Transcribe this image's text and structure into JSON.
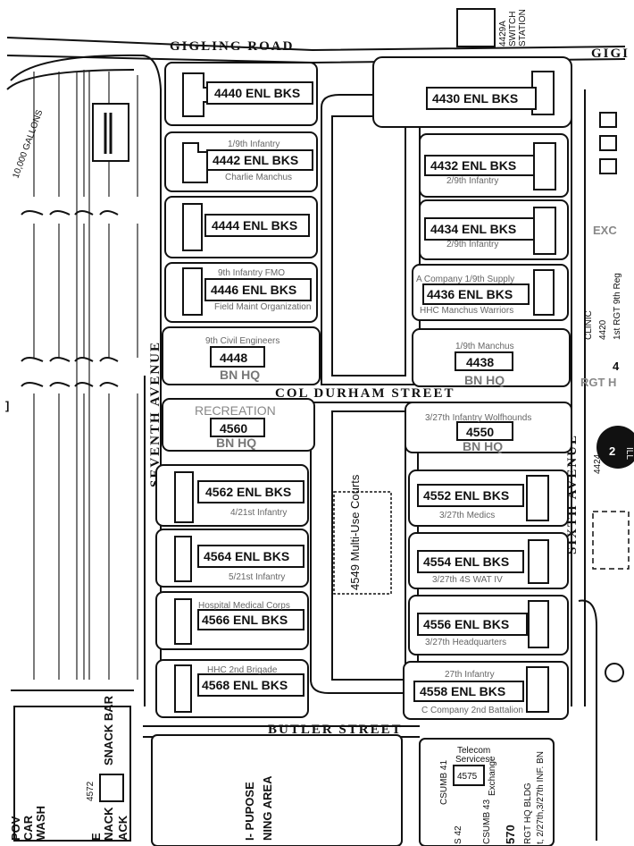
{
  "streets": {
    "gigling": "GIGLING ROAD",
    "gigling_cut": "GIGI",
    "col_durham": "COL DURHAM STREET",
    "butler": "BUTLER STREET",
    "seventh": "SEVENTH AVENUE",
    "sixth": "SIXTH AVENUE"
  },
  "buildings_left": [
    {
      "number": "4440 ENL BKS",
      "unit_top": "",
      "unit_bottom": ""
    },
    {
      "number": "4442 ENL BKS",
      "unit_top": "1/9th Infantry",
      "unit_bottom": "Charlie Manchus"
    },
    {
      "number": "4444 ENL BKS",
      "unit_top": "",
      "unit_bottom": ""
    },
    {
      "number": "4446 ENL BKS",
      "unit_top": "9th Infantry FMO",
      "unit_bottom": "Field Maint Organization"
    },
    {
      "number": "4448",
      "unit_top": "9th Civil Engineers",
      "unit_bottom": "BN HQ"
    },
    {
      "number": "4560",
      "unit_top": "RECREATION",
      "unit_bottom": "BN HQ"
    },
    {
      "number": "4562 ENL BKS",
      "unit_top": "",
      "unit_bottom": "4/21st Infantry"
    },
    {
      "number": "4564 ENL BKS",
      "unit_top": "",
      "unit_bottom": "5/21st Infantry"
    },
    {
      "number": "4566 ENL BKS",
      "unit_top": "Hospital Medical Corps",
      "unit_bottom": ""
    },
    {
      "number": "4568 ENL BKS",
      "unit_top": "HHC 2nd Brigade",
      "unit_bottom": ""
    }
  ],
  "buildings_right": [
    {
      "number": "4430 ENL BKS",
      "unit_top": "",
      "unit_bottom": ""
    },
    {
      "number": "4432 ENL BKS",
      "unit_top": "",
      "unit_bottom": "2/9th Infantry"
    },
    {
      "number": "4434 ENL BKS",
      "unit_top": "",
      "unit_bottom": "2/9th Infantry"
    },
    {
      "number": "4436 ENL BKS",
      "unit_top": "A Company 1/9th Supply",
      "unit_bottom": "HHC Manchus Warriors"
    },
    {
      "number": "4438",
      "unit_top": "1/9th Manchus",
      "unit_bottom": "BN HQ"
    },
    {
      "number": "4550",
      "unit_top": "3/27th Infantry Wolfhounds",
      "unit_bottom": "BN HQ"
    },
    {
      "number": "4552 ENL BKS",
      "unit_top": "",
      "unit_bottom": "3/27th Medics"
    },
    {
      "number": "4554 ENL BKS",
      "unit_top": "",
      "unit_bottom": "3/27th 4S WAT IV"
    },
    {
      "number": "4556 ENL BKS",
      "unit_top": "",
      "unit_bottom": "3/27th Headquarters"
    },
    {
      "number": "4558 ENL BKS",
      "unit_top": "27th Infantry",
      "unit_bottom": "C Company 2nd Battalion"
    }
  ],
  "courts": "4549 Multi-Use Courts",
  "misc": {
    "snack_bar": "SNACK BAR",
    "pov": "POV",
    "car": "CAR",
    "wash": "WASH",
    "b4572": "4572",
    "snack_cut": "NACK",
    "ne_cut": "E",
    "ack_cut": "ACK",
    "multi_purpose": "I- PUPOSE",
    "ning_area": "NING AREA",
    "csumb41": "CSUMB 41",
    "telecom": "Telecom",
    "services": "Services",
    "b4575": "4575",
    "exchange": "Exchange",
    "csumb43": "CSUMB 43",
    "s42": "S 42",
    "b570": "570",
    "rgt_hq_bldg": "RGT HQ BLDG",
    "rgt_inf": "t, 2/27th,3/27th INF. BN",
    "clinic": "CLINIC",
    "b4420": "4420",
    "exc": "EXC",
    "rgt": "RGT H",
    "b4424": "4424",
    "switch_1": "4429A",
    "switch_2": "SWITCH",
    "switch_3": "STATION",
    "gallons": "10,000 GALLONS",
    "first_rgt": "1st RGT 9th Reg",
    "right_4": "4",
    "dark_2": "2",
    "dark_ill": "ILL",
    "left_bracket": "]"
  }
}
